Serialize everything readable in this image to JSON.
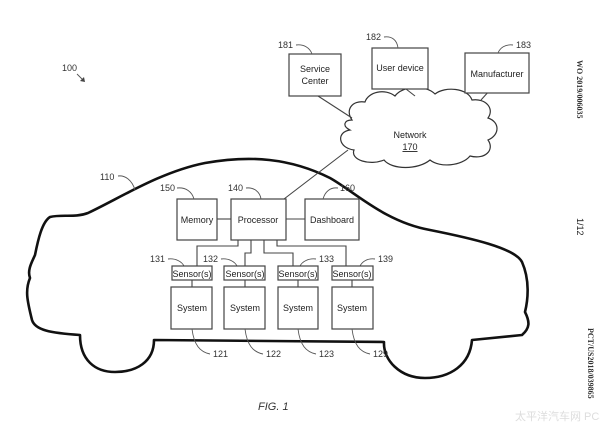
{
  "figure": {
    "caption": "FIG. 1",
    "overall_ref": "100",
    "page_number": "1/12",
    "publication_number": "WO 2019/006035",
    "application_number": "PCT/US2018/039865",
    "watermark": "太平洋汽车网 PCauto.com.cn"
  },
  "vehicle": {
    "ref": "110"
  },
  "network": {
    "label": "Network",
    "ref": "170"
  },
  "external_nodes": [
    {
      "id": "service-center",
      "label_line1": "Service",
      "label_line2": "Center",
      "ref": "181"
    },
    {
      "id": "user-device",
      "label": "User device",
      "ref": "182"
    },
    {
      "id": "manufacturer",
      "label": "Manufacturer",
      "ref": "183"
    }
  ],
  "core_nodes": {
    "memory": {
      "label": "Memory",
      "ref": "150"
    },
    "processor": {
      "label": "Processor",
      "ref": "140"
    },
    "dashboard": {
      "label": "Dashboard",
      "ref": "160"
    }
  },
  "sensor_systems": [
    {
      "sensor_label": "Sensor(s)",
      "sensor_ref": "131",
      "system_label": "System",
      "system_ref": "121"
    },
    {
      "sensor_label": "Sensor(s)",
      "sensor_ref": "132",
      "system_label": "System",
      "system_ref": "122"
    },
    {
      "sensor_label": "Sensor(s)",
      "sensor_ref": "133",
      "system_label": "System",
      "system_ref": "123"
    },
    {
      "sensor_label": "Sensor(s)",
      "sensor_ref": "139",
      "system_label": "System",
      "system_ref": "129"
    }
  ]
}
